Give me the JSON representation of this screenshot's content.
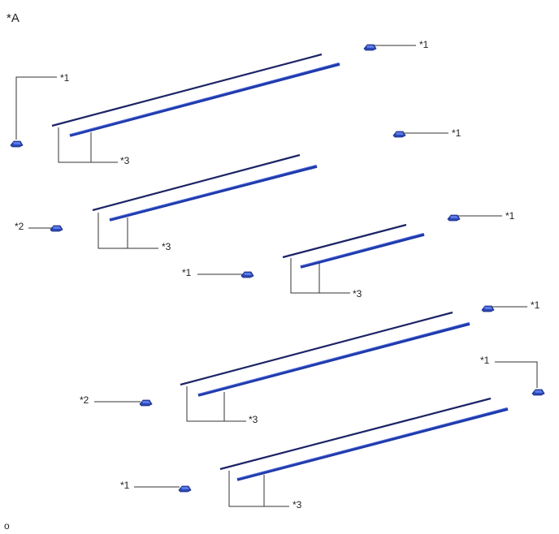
{
  "diagram": {
    "view_label": "*A",
    "footer_mark": "o",
    "callouts": {
      "clip": "*1",
      "clip_alt": "*2",
      "moulding": "*3"
    },
    "colors": {
      "rail_dark": "#1c2466",
      "rail_blue": "#1f3aa8",
      "clip": "#2b48b8",
      "leader": "#333333"
    }
  }
}
